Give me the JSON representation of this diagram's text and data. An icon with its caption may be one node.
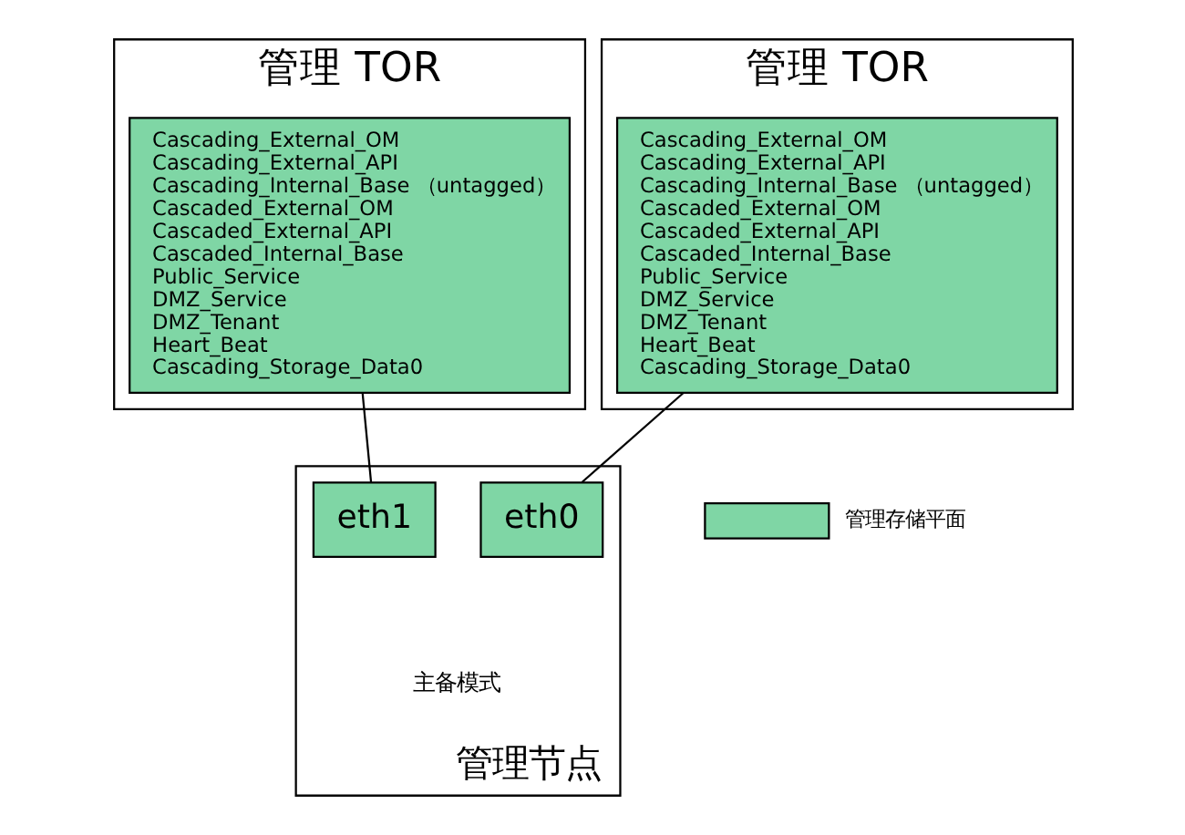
{
  "diagram": {
    "nodes": [
      {
        "text": [
          "管理 TOR"
        ]
      },
      {
        "text": [
          "Cascading_External_OM",
          "Cascading_External_API",
          "Cascading_Internal_Base （untagged）",
          "Cascaded_External_OM",
          "Cascaded_External_API",
          "Cascaded_Internal_Base",
          "Public_Service",
          "DMZ_Service",
          "DMZ_Tenant",
          "Heart_Beat",
          "Cascading_Storage_Data0"
        ],
        "in": 0
      },
      {
        "text": [
          "管理 TOR"
        ]
      },
      {
        "text": [
          "Cascading_External_OM",
          "Cascading_External_API",
          "Cascading_Internal_Base （untagged）",
          "Cascaded_External_OM",
          "Cascaded_External_API",
          "Cascaded_Internal_Base",
          "Public_Service",
          "DMZ_Service",
          "DMZ_Tenant",
          "Heart_Beat",
          "Cascading_Storage_Data0"
        ],
        "in": 2
      },
      {
        "text": [
          "管理节点"
        ]
      },
      {
        "text": [
          "eth0"
        ],
        "in": 4
      },
      {
        "text": [
          "eth1"
        ],
        "in": 4
      }
    ],
    "edges": [
      {
        "from": 1,
        "to": 5,
        "arrow": "none"
      },
      {
        "from": 3,
        "to": 6,
        "arrow": "none"
      }
    ],
    "labels": [
      "主备模式"
    ],
    "legend": [
      {
        "text": "管理存储平面",
        "color": "#7fd6a5"
      }
    ]
  }
}
